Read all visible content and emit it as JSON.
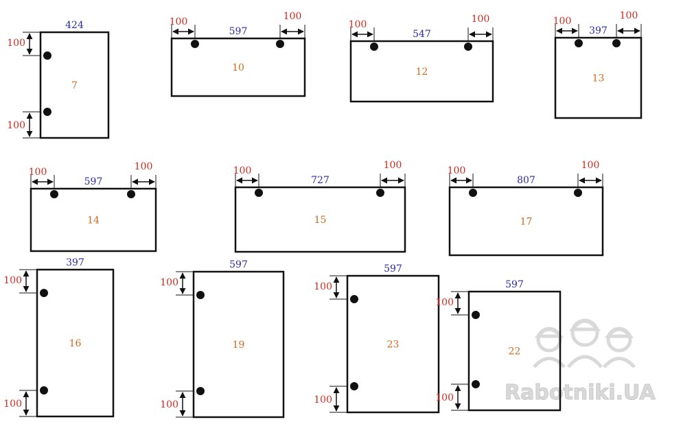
{
  "colors": {
    "offset": "#d22a1e",
    "width": "#2a2aa8",
    "panel": "#d2691e",
    "stroke": "#111111",
    "watermark": "#d9d9d9"
  },
  "watermark": {
    "text": "Rabotniki.UA",
    "icon": "three-workers-helmet-icon"
  },
  "panels": [
    {
      "id": "7",
      "label": "7",
      "width": "424",
      "orientation": "vertical",
      "offset_a": "100",
      "offset_b": "100"
    },
    {
      "id": "10",
      "label": "10",
      "width": "597",
      "orientation": "horizontal",
      "offset_a": "100",
      "offset_b": "100"
    },
    {
      "id": "12",
      "label": "12",
      "width": "547",
      "orientation": "horizontal",
      "offset_a": "100",
      "offset_b": "100"
    },
    {
      "id": "13",
      "label": "13",
      "width": "397",
      "orientation": "horizontal",
      "offset_a": "100",
      "offset_b": "100"
    },
    {
      "id": "14",
      "label": "14",
      "width": "597",
      "orientation": "horizontal",
      "offset_a": "100",
      "offset_b": "100"
    },
    {
      "id": "15",
      "label": "15",
      "width": "727",
      "orientation": "horizontal",
      "offset_a": "100",
      "offset_b": "100"
    },
    {
      "id": "17",
      "label": "17",
      "width": "807",
      "orientation": "horizontal",
      "offset_a": "100",
      "offset_b": "100"
    },
    {
      "id": "16",
      "label": "16",
      "width": "397",
      "orientation": "vertical",
      "offset_a": "100",
      "offset_b": "100"
    },
    {
      "id": "19",
      "label": "19",
      "width": "597",
      "orientation": "vertical",
      "offset_a": "100",
      "offset_b": "100"
    },
    {
      "id": "23",
      "label": "23",
      "width": "597",
      "orientation": "vertical",
      "offset_a": "100",
      "offset_b": "100"
    },
    {
      "id": "22",
      "label": "22",
      "width": "597",
      "orientation": "vertical",
      "offset_a": "100",
      "offset_b": "100"
    }
  ]
}
